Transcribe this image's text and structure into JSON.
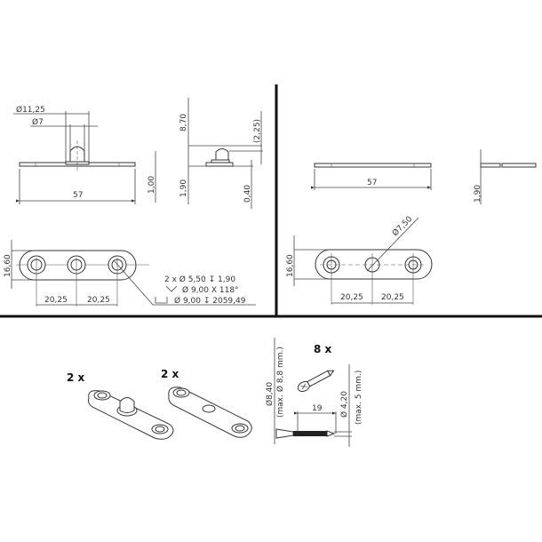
{
  "drawing": {
    "side_view_pin_plate": {
      "dia_outer": "Ø11,25",
      "dia_inner": "Ø7",
      "length": "57",
      "thickness": "1,00"
    },
    "front_view_pin_plate": {
      "height_total": "8,70",
      "plate_height": "1,90",
      "pin_ref": "(2,25)",
      "step": "0,40"
    },
    "top_view_pin_plate": {
      "width": "16,60",
      "spacing_left": "20,25",
      "spacing_right": "20,25",
      "hole_note_line1": "2 x Ø 5,50 ↧ 1,90",
      "hole_note_line2": "Ø 9,00 X 118°",
      "hole_note_line3": "Ø 9,00 ↧ 2059,49"
    },
    "side_view_plain_plate": {
      "length": "57",
      "thickness": "1,90"
    },
    "top_view_plain_plate": {
      "width": "16,60",
      "center_hole": "Ø7,50",
      "spacing_left": "20,25",
      "spacing_right": "20,25"
    },
    "parts": {
      "pin_plate_qty": "2 x",
      "plain_plate_qty": "2 x",
      "screw_qty": "8 x",
      "screw_head_dia": "Ø8,40",
      "screw_head_max": "(max. Ø 8,8 mm.)",
      "screw_length": "19",
      "screw_shank_dia": "Ø 4,20",
      "screw_shank_max": "(max. 5 mm.)"
    }
  }
}
